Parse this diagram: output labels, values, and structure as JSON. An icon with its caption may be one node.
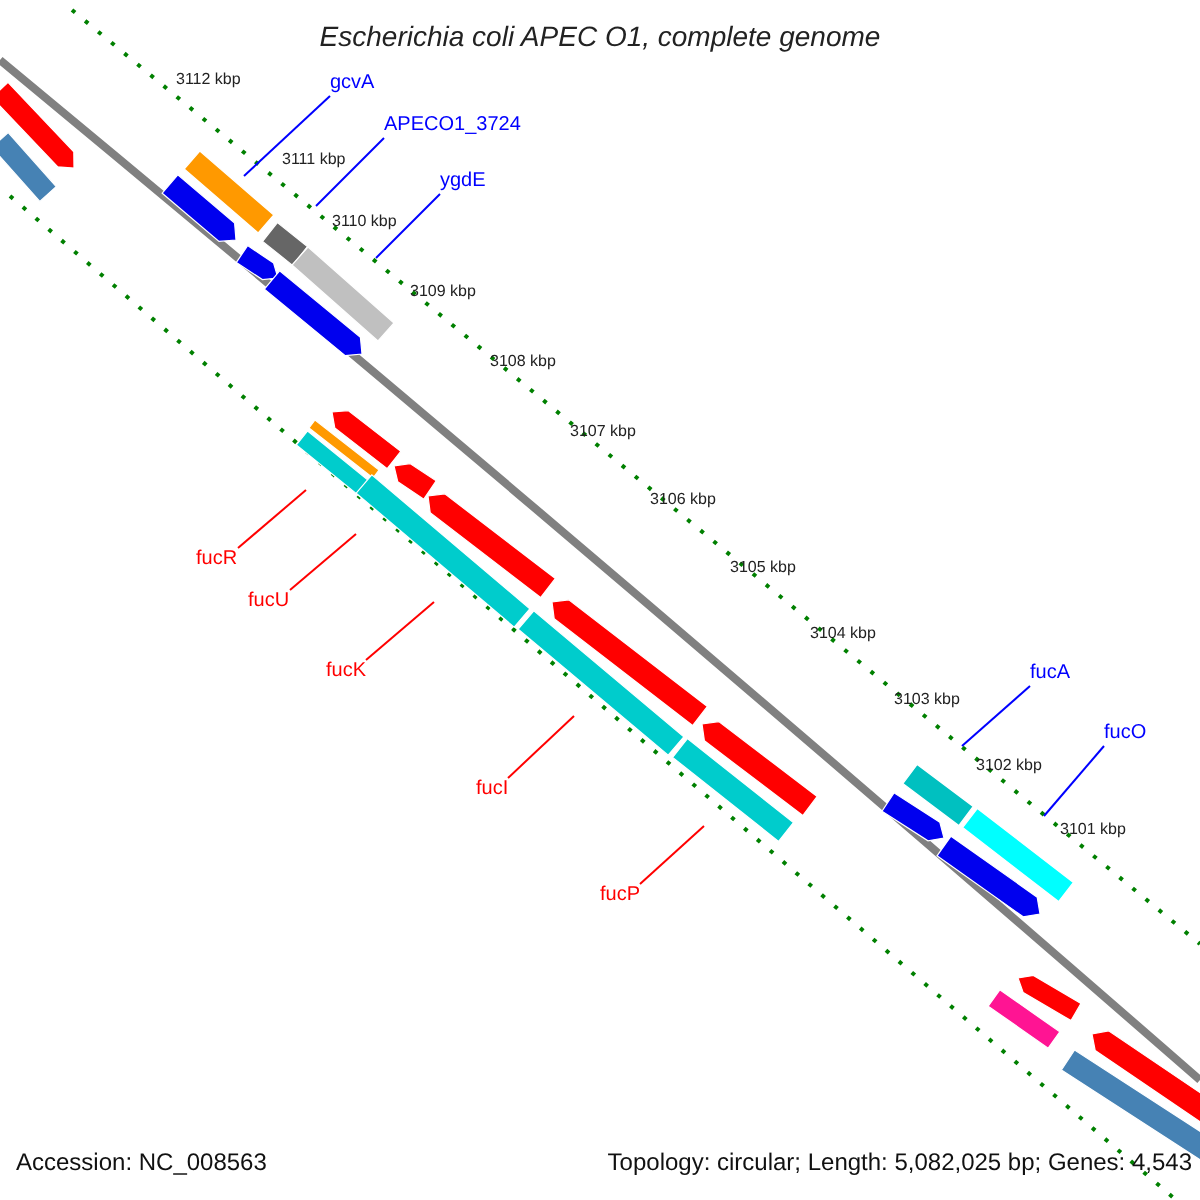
{
  "diagram": {
    "title": "Escherichia coli APEC O1, complete genome",
    "nodes": [
      {
        "text": [
          "gcvA"
        ]
      },
      {
        "text": [
          "APECO1_3724"
        ]
      },
      {
        "text": [
          "ygdE"
        ]
      },
      {
        "text": [
          "fucR"
        ]
      },
      {
        "text": [
          "fucU"
        ]
      },
      {
        "text": [
          "fucK"
        ]
      },
      {
        "text": [
          "fucI"
        ]
      },
      {
        "text": [
          "fucP"
        ]
      },
      {
        "text": [
          "fucA"
        ]
      },
      {
        "text": [
          "fucO"
        ]
      }
    ],
    "edges": [
      {
        "from": 0,
        "to": null,
        "arrow": "none",
        "color": "#0000ff"
      },
      {
        "from": 1,
        "to": null,
        "arrow": "none",
        "color": "#0000ff"
      },
      {
        "from": 2,
        "to": null,
        "arrow": "none",
        "color": "#0000ff"
      },
      {
        "from": 3,
        "to": null,
        "arrow": "none",
        "color": "#ff0000"
      },
      {
        "from": 4,
        "to": null,
        "arrow": "none",
        "color": "#ff0000"
      },
      {
        "from": 5,
        "to": null,
        "arrow": "none",
        "color": "#ff0000"
      },
      {
        "from": 6,
        "to": null,
        "arrow": "none",
        "color": "#ff0000"
      },
      {
        "from": 7,
        "to": null,
        "arrow": "none",
        "color": "#ff0000"
      },
      {
        "from": 8,
        "to": null,
        "arrow": "none",
        "color": "#0000ff"
      },
      {
        "from": 9,
        "to": null,
        "arrow": "none",
        "color": "#0000ff"
      }
    ],
    "labels": [
      "3112 kbp",
      "3111 kbp",
      "3110 kbp",
      "3109 kbp",
      "3108 kbp",
      "3107 kbp",
      "3106 kbp",
      "3105 kbp",
      "3104 kbp",
      "3103 kbp",
      "3102 kbp",
      "3101 kbp",
      "Accession: NC_008563",
      "Topology: circular; Length: 5,082,025 bp; Genes: 4,543"
    ]
  }
}
